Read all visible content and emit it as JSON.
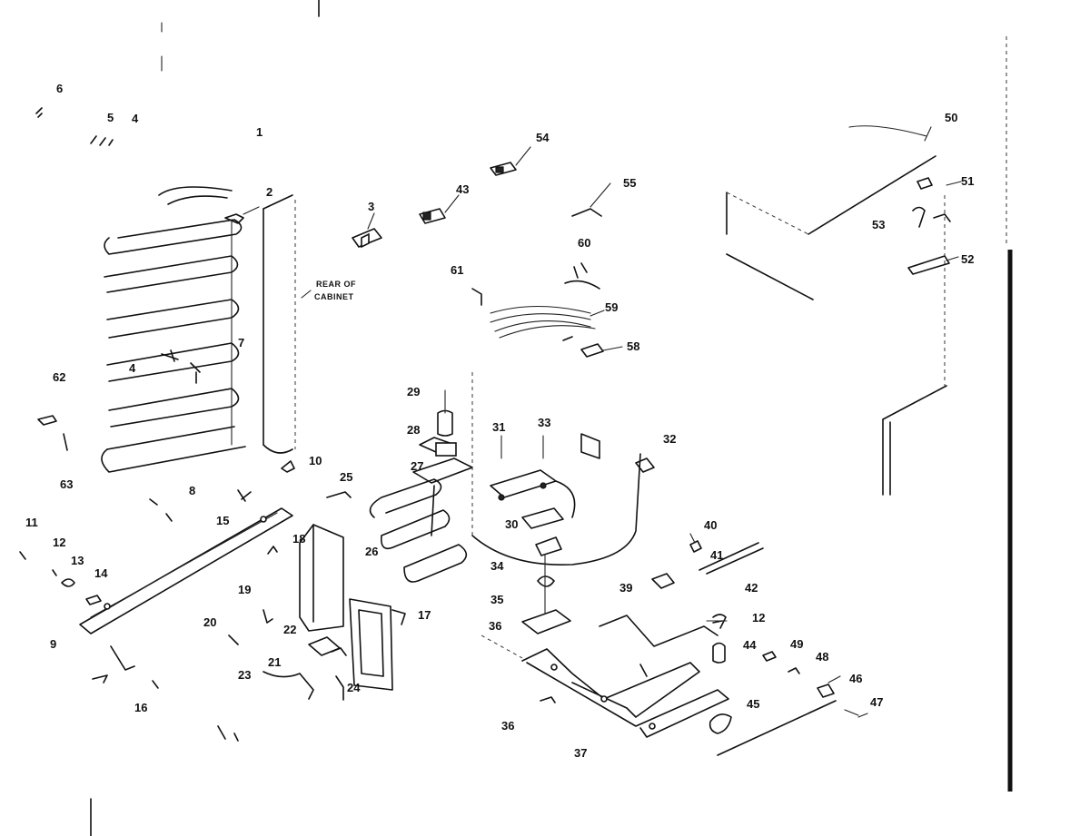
{
  "labels": [
    {
      "id": "1",
      "text": "1"
    },
    {
      "id": "2",
      "text": "2"
    },
    {
      "id": "3",
      "text": "3"
    },
    {
      "id": "4a",
      "text": "4"
    },
    {
      "id": "4b",
      "text": "4"
    },
    {
      "id": "5",
      "text": "5"
    },
    {
      "id": "6",
      "text": "6"
    },
    {
      "id": "7",
      "text": "7"
    },
    {
      "id": "8",
      "text": "8"
    },
    {
      "id": "9",
      "text": "9"
    },
    {
      "id": "10",
      "text": "10"
    },
    {
      "id": "11",
      "text": "11"
    },
    {
      "id": "12a",
      "text": "12"
    },
    {
      "id": "12b",
      "text": "12"
    },
    {
      "id": "13",
      "text": "13"
    },
    {
      "id": "14",
      "text": "14"
    },
    {
      "id": "15",
      "text": "15"
    },
    {
      "id": "16",
      "text": "16"
    },
    {
      "id": "17",
      "text": "17"
    },
    {
      "id": "18",
      "text": "18"
    },
    {
      "id": "19",
      "text": "19"
    },
    {
      "id": "20",
      "text": "20"
    },
    {
      "id": "21",
      "text": "21"
    },
    {
      "id": "22",
      "text": "22"
    },
    {
      "id": "23",
      "text": "23"
    },
    {
      "id": "24",
      "text": "24"
    },
    {
      "id": "25",
      "text": "25"
    },
    {
      "id": "26",
      "text": "26"
    },
    {
      "id": "27",
      "text": "27"
    },
    {
      "id": "28",
      "text": "28"
    },
    {
      "id": "29",
      "text": "29"
    },
    {
      "id": "30",
      "text": "30"
    },
    {
      "id": "31",
      "text": "31"
    },
    {
      "id": "32",
      "text": "32"
    },
    {
      "id": "33",
      "text": "33"
    },
    {
      "id": "34",
      "text": "34"
    },
    {
      "id": "35",
      "text": "35"
    },
    {
      "id": "36a",
      "text": "36"
    },
    {
      "id": "36b",
      "text": "36"
    },
    {
      "id": "37",
      "text": "37"
    },
    {
      "id": "39",
      "text": "39"
    },
    {
      "id": "40",
      "text": "40"
    },
    {
      "id": "41",
      "text": "41"
    },
    {
      "id": "42",
      "text": "42"
    },
    {
      "id": "43",
      "text": "43"
    },
    {
      "id": "44",
      "text": "44"
    },
    {
      "id": "45",
      "text": "45"
    },
    {
      "id": "46",
      "text": "46"
    },
    {
      "id": "47",
      "text": "47"
    },
    {
      "id": "48",
      "text": "48"
    },
    {
      "id": "49",
      "text": "49"
    },
    {
      "id": "50",
      "text": "50"
    },
    {
      "id": "51",
      "text": "51"
    },
    {
      "id": "52",
      "text": "52"
    },
    {
      "id": "53",
      "text": "53"
    },
    {
      "id": "54",
      "text": "54"
    },
    {
      "id": "55",
      "text": "55"
    },
    {
      "id": "58",
      "text": "58"
    },
    {
      "id": "59",
      "text": "59"
    },
    {
      "id": "60",
      "text": "60"
    },
    {
      "id": "61",
      "text": "61"
    },
    {
      "id": "62",
      "text": "62"
    },
    {
      "id": "63",
      "text": "63"
    }
  ],
  "notes": {
    "rear_line1": "REAR OF",
    "rear_line2": "CABINET"
  }
}
